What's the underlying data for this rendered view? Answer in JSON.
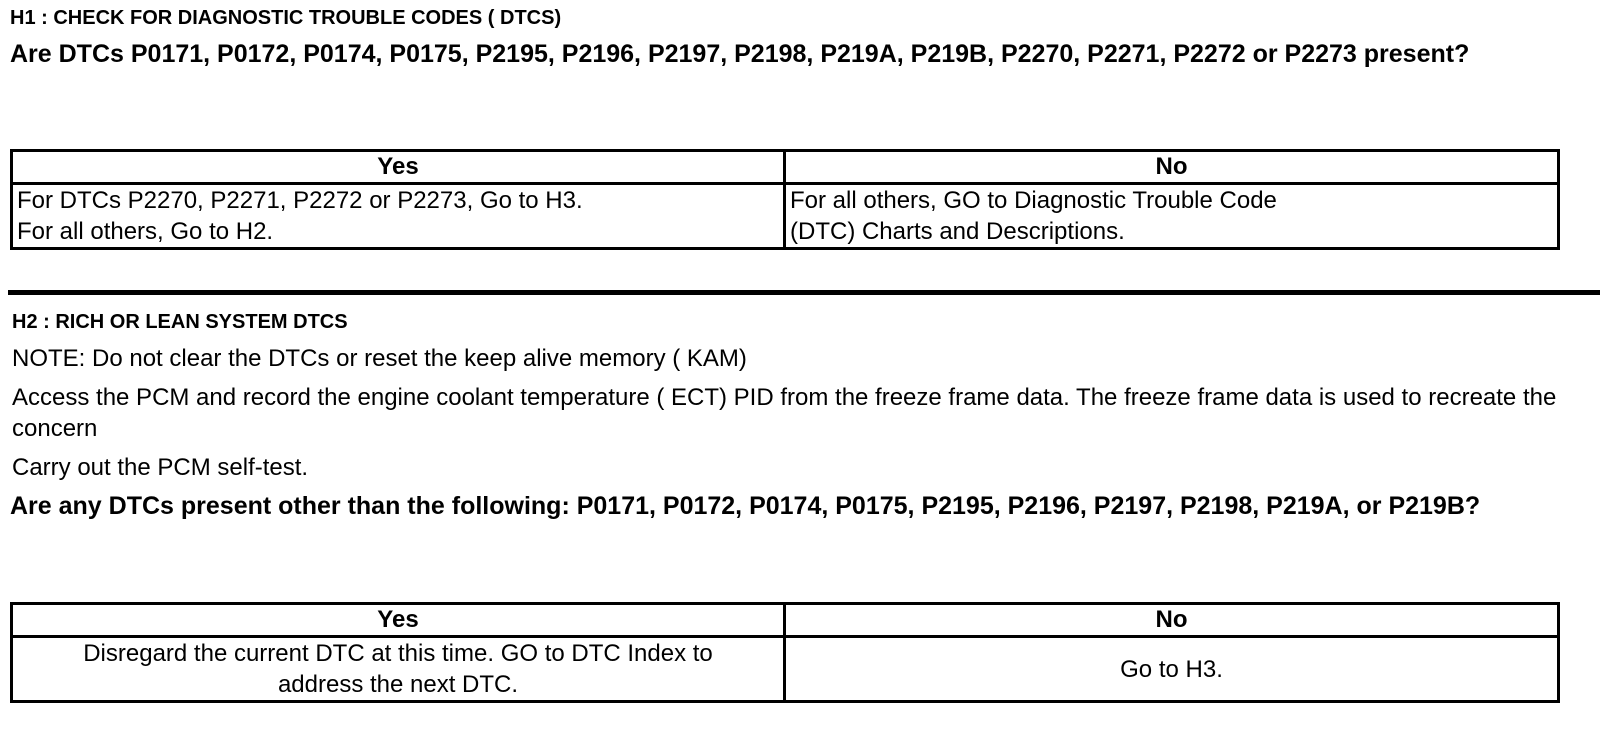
{
  "h1": {
    "title": "H1 : CHECK FOR DIAGNOSTIC TROUBLE CODES ( DTCS)",
    "question": "Are DTCs P0171, P0172, P0174, P0175, P2195, P2196, P2197, P2198, P219A, P219B, P2270, P2271, P2272 or P2273 present?",
    "table": {
      "yes_header": "Yes",
      "no_header": "No",
      "yes_lines": [
        "For DTCs P2270, P2271, P2272 or P2273, Go to H3.",
        "For all others, Go to H2."
      ],
      "no_lines": [
        "For all others, GO to Diagnostic Trouble Code",
        "(DTC) Charts and Descriptions."
      ]
    }
  },
  "h2": {
    "title": "H2 : RICH OR LEAN SYSTEM DTCS",
    "note": "NOTE: Do not clear the DTCs or reset the keep alive memory ( KAM)",
    "step1": "Access the PCM and record the engine coolant temperature ( ECT) PID from the freeze frame data. The freeze frame data is used to recreate the concern",
    "step2": "Carry out the PCM self-test.",
    "question": "Are any DTCs present other than the following: P0171, P0172, P0174, P0175, P2195, P2196, P2197, P2198, P219A, or P219B?",
    "table": {
      "yes_header": "Yes",
      "no_header": "No",
      "yes_lines": [
        "Disregard the current DTC at this time. GO to DTC Index to",
        "address the next DTC."
      ],
      "no_text": "Go to H3."
    }
  }
}
